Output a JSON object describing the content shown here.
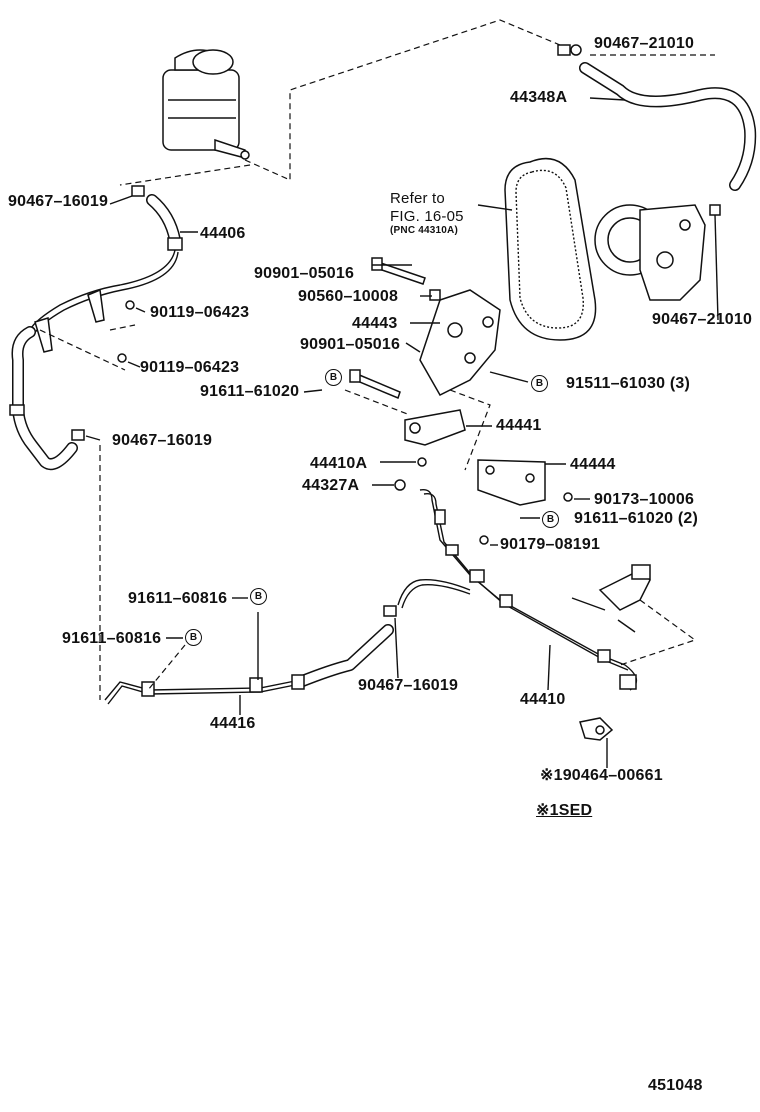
{
  "labels": {
    "l_90467_21010_top": "90467–21010",
    "l_44348a": "44348A",
    "l_90467_16019_top": "90467–16019",
    "l_44406": "44406",
    "l_refer_to": "Refer to",
    "l_fig_16_05": "FIG. 16-05",
    "l_pnc": "(PNC 44310A)",
    "l_90901_05016_a": "90901–05016",
    "l_90560_10008": "90560–10008",
    "l_90119_06423_a": "90119–06423",
    "l_44443": "44443",
    "l_90467_21010_right": "90467–21010",
    "l_90901_05016_b": "90901–05016",
    "l_90119_06423_b": "90119–06423",
    "l_91611_61020": "91611–61020",
    "l_91511_61030": "91511–61030 (3)",
    "l_44441": "44441",
    "l_90467_16019_mid": "90467–16019",
    "l_44410a": "44410A",
    "l_44444": "44444",
    "l_44327a": "44327A",
    "l_90173_10006": "90173–10006",
    "l_91611_61020_2": "91611–61020 (2)",
    "l_90179_08191": "90179–08191",
    "l_91611_60816_a": "91611–60816",
    "l_91611_60816_b": "91611–60816",
    "l_90467_16019_low": "90467–16019",
    "l_44410": "44410",
    "l_44416": "44416",
    "l_90464_00661": "※190464–00661",
    "l_note_1sed": "※1SED",
    "l_footer": "451048"
  },
  "bolt_marks": {
    "b1": "B",
    "b2": "B",
    "b3": "B",
    "b4": "B",
    "b5": "B"
  }
}
